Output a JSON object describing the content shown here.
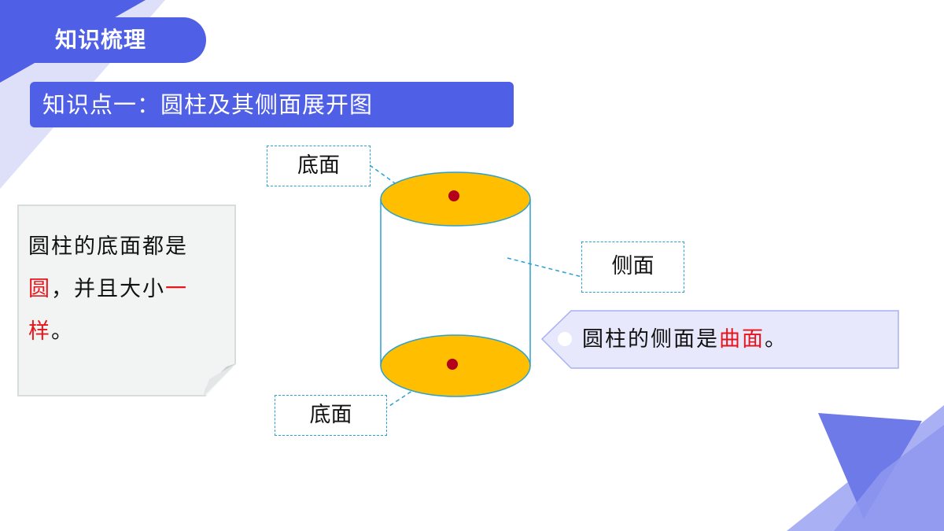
{
  "header": {
    "section_tag": "知识梳理",
    "topic_title": "知识点一：圆柱及其侧面展开图"
  },
  "note": {
    "line1": "圆柱的底面都是",
    "line2_red_start": "圆",
    "line2_mid": "，并且大小",
    "line2_red_end": "一",
    "line3_red_start": "样",
    "line3_end": "。"
  },
  "diagram": {
    "label_top_base": "底面",
    "label_side": "侧面",
    "label_bottom_base": "底面"
  },
  "callout": {
    "text_start": "圆柱的侧面是",
    "text_red": "曲面",
    "text_end": "。"
  },
  "colors": {
    "brand_blue": "#4f5fe6",
    "base_fill": "#ffbf00",
    "center_dot": "#b3001b",
    "highlight_red": "#e8141b",
    "dash_blue": "#2aa1d0",
    "callout_fill": "#e7e8fb"
  }
}
